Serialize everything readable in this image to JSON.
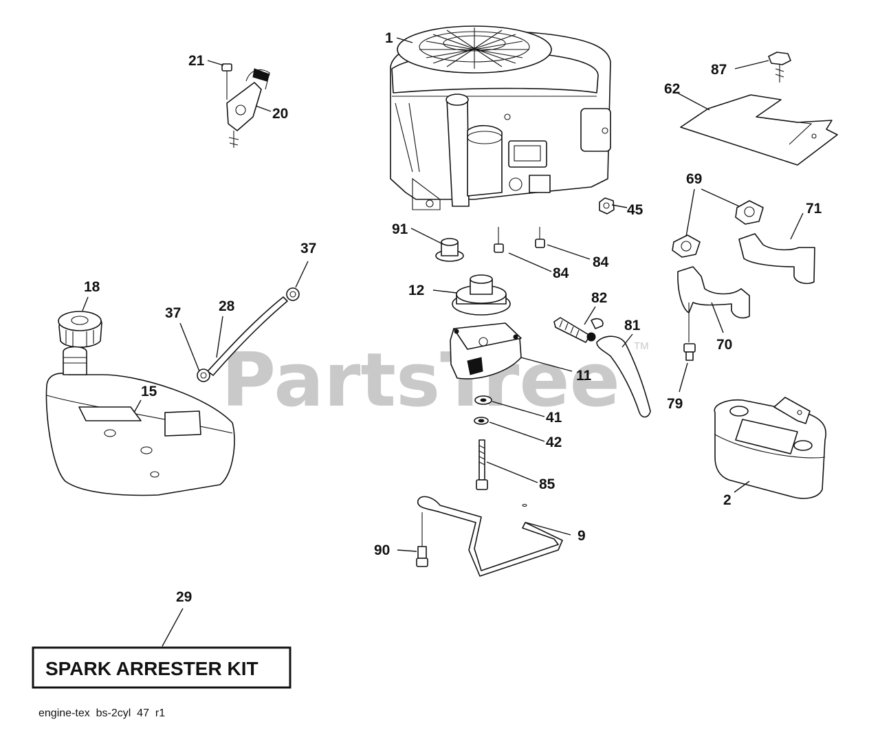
{
  "watermark": {
    "brand": "PartsTree",
    "trademark": "TM"
  },
  "kit_box": {
    "label": "SPARK ARRESTER KIT"
  },
  "footer": {
    "code": "engine-tex  bs-2cyl  47  r1"
  },
  "parts": {
    "p1": "1",
    "p2": "2",
    "p9": "9",
    "p11": "11",
    "p12": "12",
    "p15": "15",
    "p18": "18",
    "p20": "20",
    "p21": "21",
    "p28": "28",
    "p29": "29",
    "p37a": "37",
    "p37b": "37",
    "p41": "41",
    "p42": "42",
    "p45": "45",
    "p62": "62",
    "p69": "69",
    "p70": "70",
    "p71": "71",
    "p79": "79",
    "p81": "81",
    "p82": "82",
    "p84a": "84",
    "p84b": "84",
    "p85": "85",
    "p87": "87",
    "p90": "90",
    "p91": "91"
  }
}
